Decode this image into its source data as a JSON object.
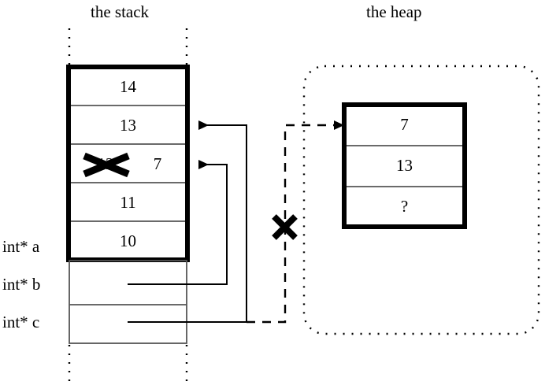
{
  "titles": {
    "stack": "the stack",
    "heap": "the heap"
  },
  "stack": {
    "cells": [
      {
        "value": "14",
        "struck": false
      },
      {
        "value": "13",
        "struck": false
      },
      {
        "value": "12",
        "struck": true,
        "new_value": "7"
      },
      {
        "value": "11",
        "struck": false
      },
      {
        "value": "10",
        "struck": false
      }
    ],
    "pointer_rows": [
      {
        "label": "int* a"
      },
      {
        "label": "int* b"
      },
      {
        "label": "int* c"
      }
    ]
  },
  "heap": {
    "cells": [
      {
        "value": "7"
      },
      {
        "value": "13"
      },
      {
        "value": "?"
      }
    ]
  },
  "marks": {
    "invalidated_pointer": "✕",
    "struck_value": "✕"
  },
  "colors": {
    "ink": "#000000",
    "background": "#ffffff",
    "thin_rule": "#555555"
  }
}
